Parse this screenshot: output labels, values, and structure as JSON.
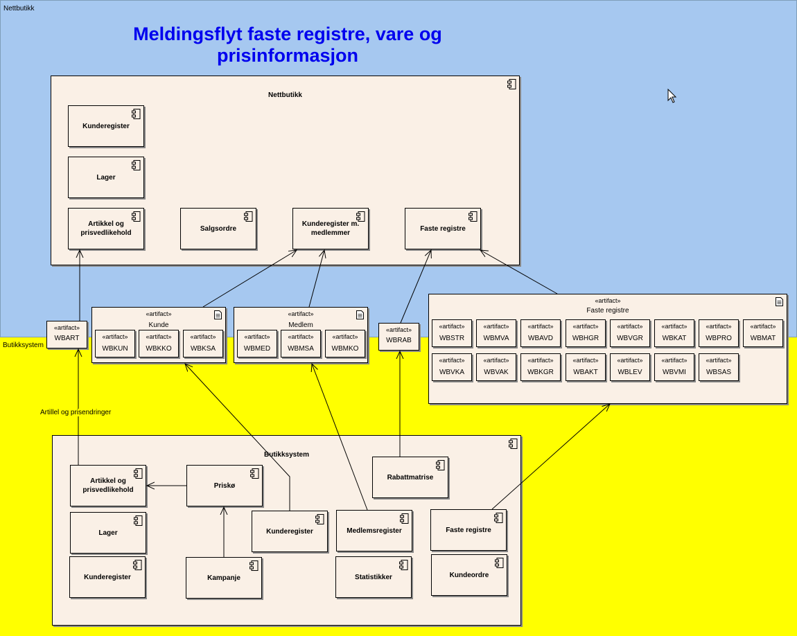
{
  "lanes": {
    "top": {
      "label": "Nettbutikk",
      "color": "#a6c8f0"
    },
    "bottom": {
      "label": "Butikksystem",
      "color": "#ffff00"
    }
  },
  "title": "Meldingsflyt faste registre, vare og prisinformasjon",
  "stereotype": "«artifact»",
  "nettbutikk": {
    "title": "Nettbutikk",
    "components": {
      "kunderegister": "Kunderegister",
      "lager": "Lager",
      "artikkel": "Artikkel og prisvedlikehold",
      "salgsordre": "Salgsordre",
      "kunderegister_medlemmer": "Kunderegister m. medlemmer",
      "faste_registre": "Faste registre"
    }
  },
  "artifacts": {
    "wbart": "WBART",
    "wbrab": "WBRAB",
    "kunde": {
      "title": "Kunde",
      "items": [
        "WBKUN",
        "WBKKO",
        "WBKSA"
      ]
    },
    "medlem": {
      "title": "Medlem",
      "items": [
        "WBMED",
        "WBMSA",
        "WBMKO"
      ]
    },
    "faste": {
      "title": "Faste registre",
      "row1": [
        "WBSTR",
        "WBMVA",
        "WBAVD",
        "WBHGR",
        "WBVGR",
        "WBKAT",
        "WBPRO",
        "WBMAT"
      ],
      "row2": [
        "WBVKA",
        "WBVAK",
        "WBKGR",
        "WBAKT",
        "WBLEV",
        "WBVMI",
        "WBSAS"
      ]
    }
  },
  "butikksystem": {
    "title": "Butikksystem",
    "components": {
      "artikkel": "Artikkel og prisvedlikehold",
      "prisko": "Priskø",
      "lager": "Lager",
      "kunderegister_left": "Kunderegister",
      "kampanje": "Kampanje",
      "kunderegister": "Kunderegister",
      "medlemsregister": "Medlemsregister",
      "statistikker": "Statistikker",
      "rabattmatrise": "Rabattmatrise",
      "faste_registre": "Faste registre",
      "kundeordre": "Kundeordre"
    }
  },
  "edge_label": "Artillel og prisendringer"
}
